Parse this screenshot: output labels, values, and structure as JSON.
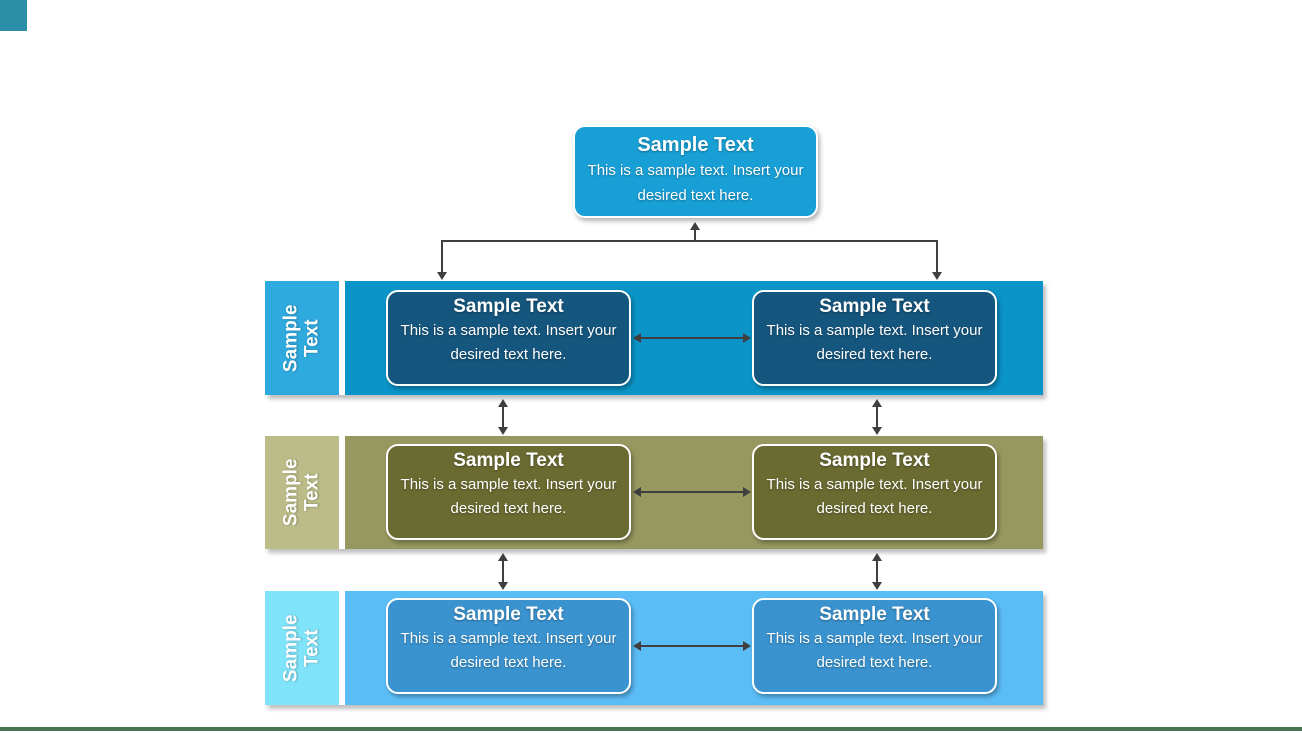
{
  "page": {
    "background": "#FFFFFF"
  },
  "palette": {
    "arrow": "#3F3F3F",
    "corner_accent": "#2B90A7",
    "bottom_bar": "#4A7351",
    "top_box_fill": "#18A0D6"
  },
  "top_box": {
    "title": "Sample Text",
    "body": "This is a sample text. Insert your desired text here."
  },
  "rows": [
    {
      "label": "Sample\nText",
      "label_fill": "#2FAADF",
      "band_fill": "#0B94C8",
      "box_fill": "#15567E",
      "boxes": [
        {
          "title": "Sample Text",
          "body": "This is a sample text. Insert your desired text here."
        },
        {
          "title": "Sample Text",
          "body": "This is a sample text. Insert your desired text here."
        }
      ]
    },
    {
      "label": "Sample\nText",
      "label_fill": "#BBBC87",
      "band_fill": "#97985F",
      "box_fill": "#6A6B31",
      "boxes": [
        {
          "title": "Sample Text",
          "body": "This is a sample text. Insert your desired text here."
        },
        {
          "title": "Sample Text",
          "body": "This is a sample text. Insert your desired text here."
        }
      ]
    },
    {
      "label": "Sample\nText",
      "label_fill": "#7FE3FA",
      "band_fill": "#5BBDF6",
      "box_fill": "#3A93CF",
      "boxes": [
        {
          "title": "Sample Text",
          "body": "This is a sample text. Insert your desired text here."
        },
        {
          "title": "Sample Text",
          "body": "This is a sample text. Insert your desired text here."
        }
      ]
    }
  ]
}
